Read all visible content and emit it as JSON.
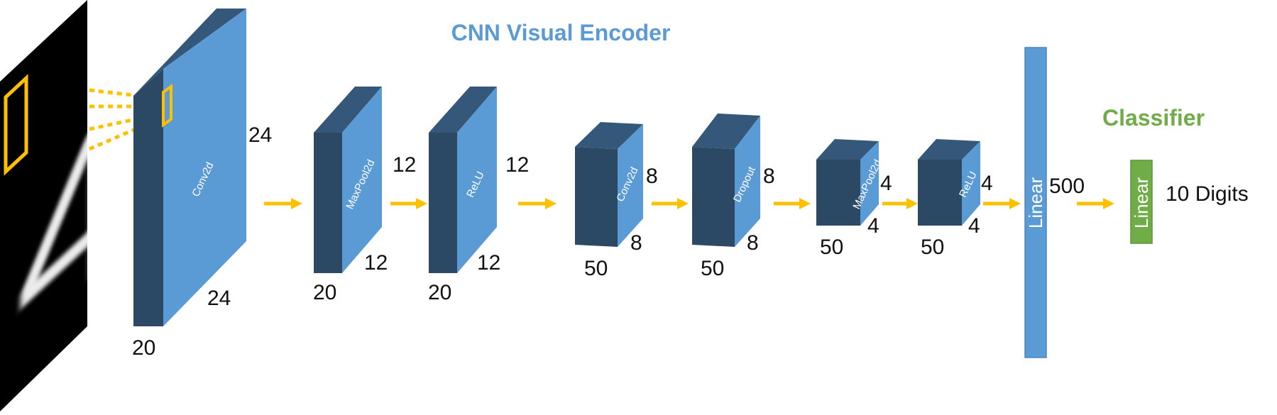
{
  "titles": {
    "encoder": "CNN Visual Encoder",
    "classifier": "Classifier"
  },
  "input": {
    "digit": "4"
  },
  "layers": [
    {
      "label": "Conv2d",
      "height": "24",
      "width": "24",
      "depth": "20"
    },
    {
      "label": "MaxPool2d",
      "height": "12",
      "width": "12",
      "depth": "20"
    },
    {
      "label": "ReLU",
      "height": "12",
      "width": "12",
      "depth": "20"
    },
    {
      "label": "Conv2d",
      "height": "8",
      "width": "8",
      "depth": "50"
    },
    {
      "label": "Dropout",
      "height": "8",
      "width": "8",
      "depth": "50"
    },
    {
      "label": "MaxPool2d",
      "height": "4",
      "width": "4",
      "depth": "50"
    },
    {
      "label": "ReLU",
      "height": "4",
      "width": "4",
      "depth": "50"
    }
  ],
  "linear1": {
    "label": "Linear",
    "size": "500"
  },
  "linear2": {
    "label": "Linear",
    "output": "10 Digits"
  },
  "colors": {
    "front": "#5b9bd5",
    "side": "#2b4865",
    "top": "#35587a",
    "arrow": "#ffc000",
    "classifier": "#70ad47",
    "input_bg": "#000000"
  }
}
